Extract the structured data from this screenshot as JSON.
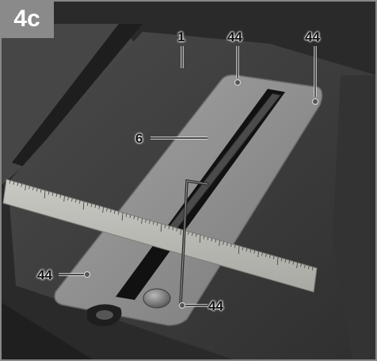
{
  "figure_label": "4c",
  "callouts": {
    "table_top": "1",
    "insert_screw_top_left": "44",
    "insert_screw_top_right": "44",
    "saw_blade": "6",
    "insert_screw_bottom_left": "44",
    "insert_screw_bottom_right": "44"
  },
  "colors": {
    "table_surface": "#3e3e3e",
    "table_shadow": "#262626",
    "insert_plate": "#8d8d8d",
    "ruler": "#b9b9b5",
    "badge": "#8a8a8a"
  }
}
